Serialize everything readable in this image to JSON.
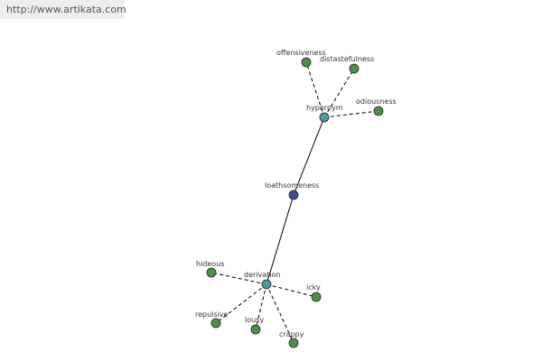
{
  "header": {
    "url": "http://www.artikata.com"
  },
  "colors": {
    "center_node": "#3f4a8c",
    "relation_node": "#4f9aa0",
    "leaf_node": "#4d8f4a",
    "url_bar_bg": "#eeeeee"
  },
  "graph": {
    "center": {
      "id": "loathsomeness",
      "label": "loathsomeness"
    },
    "relations": [
      {
        "id": "hypernym",
        "label": "hypernym"
      },
      {
        "id": "derivation",
        "label": "derivation"
      }
    ],
    "leaves": [
      {
        "id": "offensiveness",
        "label": "offensiveness",
        "relation": "hypernym"
      },
      {
        "id": "distastefulness",
        "label": "distastefulness",
        "relation": "hypernym"
      },
      {
        "id": "odiousness",
        "label": "odiousness",
        "relation": "hypernym"
      },
      {
        "id": "hideous",
        "label": "hideous",
        "relation": "derivation"
      },
      {
        "id": "icky",
        "label": "icky",
        "relation": "derivation"
      },
      {
        "id": "repulsive",
        "label": "repulsive",
        "relation": "derivation"
      },
      {
        "id": "lousy",
        "label": "lousy",
        "relation": "derivation"
      },
      {
        "id": "crappy",
        "label": "crappy",
        "relation": "derivation"
      }
    ]
  }
}
